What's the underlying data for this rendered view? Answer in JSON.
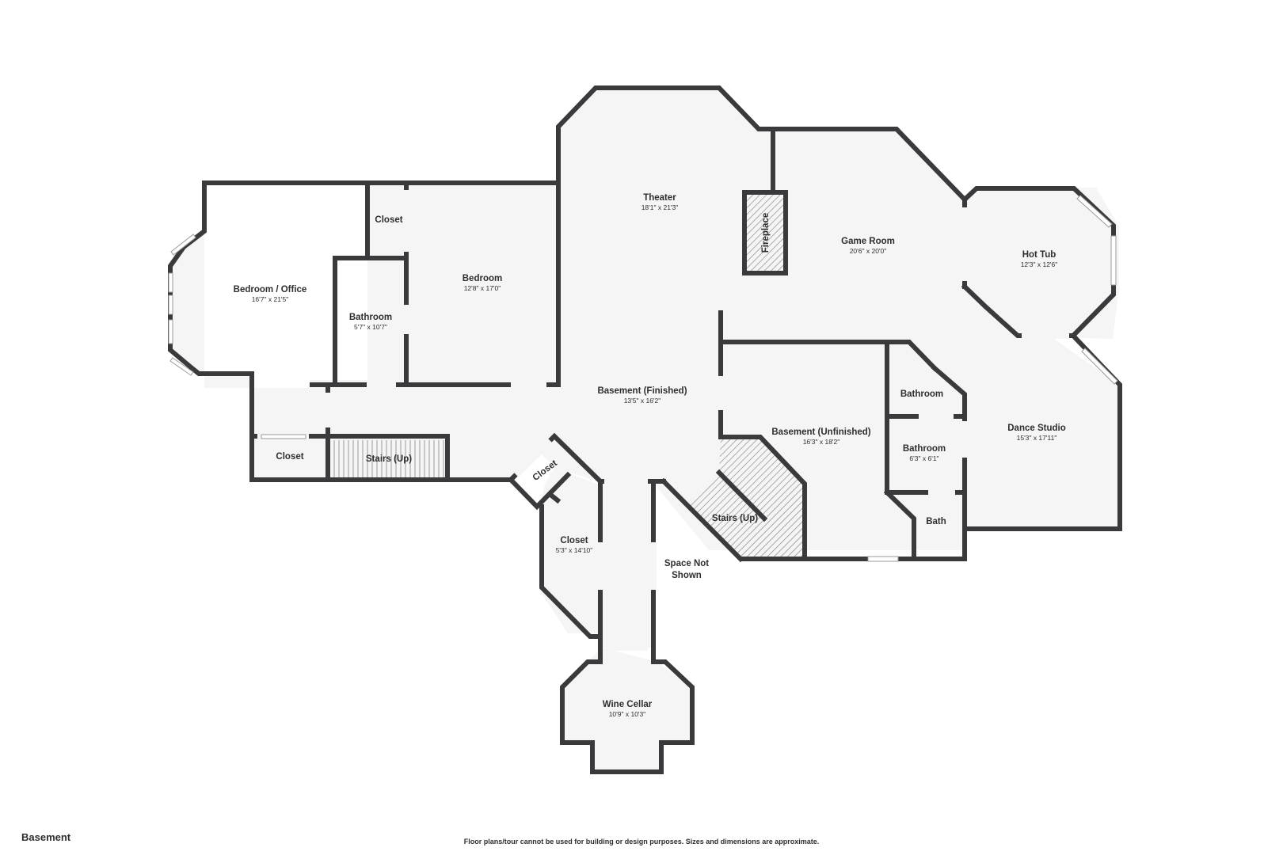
{
  "floor_label": "Basement",
  "disclaimer": "Floor plans/tour cannot be used for building or design purposes. Sizes and dimensions are approximate.",
  "rooms": {
    "theater": {
      "name": "Theater",
      "dims": "18'1\" x 21'3\""
    },
    "game_room": {
      "name": "Game Room",
      "dims": "20'6\" x 20'0\""
    },
    "hot_tub": {
      "name": "Hot Tub",
      "dims": "12'3\" x 12'6\""
    },
    "bedroom_office": {
      "name": "Bedroom / Office",
      "dims": "16'7\" x 21'5\""
    },
    "bedroom": {
      "name": "Bedroom",
      "dims": "12'8\" x 17'0\""
    },
    "closet_top": {
      "name": "Closet"
    },
    "bathroom_left": {
      "name": "Bathroom",
      "dims": "5'7\" x 10'7\""
    },
    "basement_finished": {
      "name": "Basement (Finished)",
      "dims": "13'5\" x 16'2\""
    },
    "basement_unfinished": {
      "name": "Basement (Unfinished)",
      "dims": "16'3\" x 18'2\""
    },
    "bathroom_small": {
      "name": "Bathroom"
    },
    "bathroom_mid": {
      "name": "Bathroom",
      "dims": "6'3\" x 6'1\""
    },
    "bath": {
      "name": "Bath"
    },
    "dance_studio": {
      "name": "Dance Studio",
      "dims": "15'3\" x 17'11\""
    },
    "closet_left": {
      "name": "Closet"
    },
    "stairs_left": {
      "name": "Stairs (Up)"
    },
    "closet_diag": {
      "name": "Closet"
    },
    "stairs_right": {
      "name": "Stairs (Up)"
    },
    "closet_lower": {
      "name": "Closet",
      "dims": "5'3\" x 14'10\""
    },
    "space_not_shown": {
      "line1": "Space Not",
      "line2": "Shown"
    },
    "wine_cellar": {
      "name": "Wine Cellar",
      "dims": "10'9\" x 10'3\""
    },
    "fireplace": {
      "name": "Fireplace"
    }
  }
}
